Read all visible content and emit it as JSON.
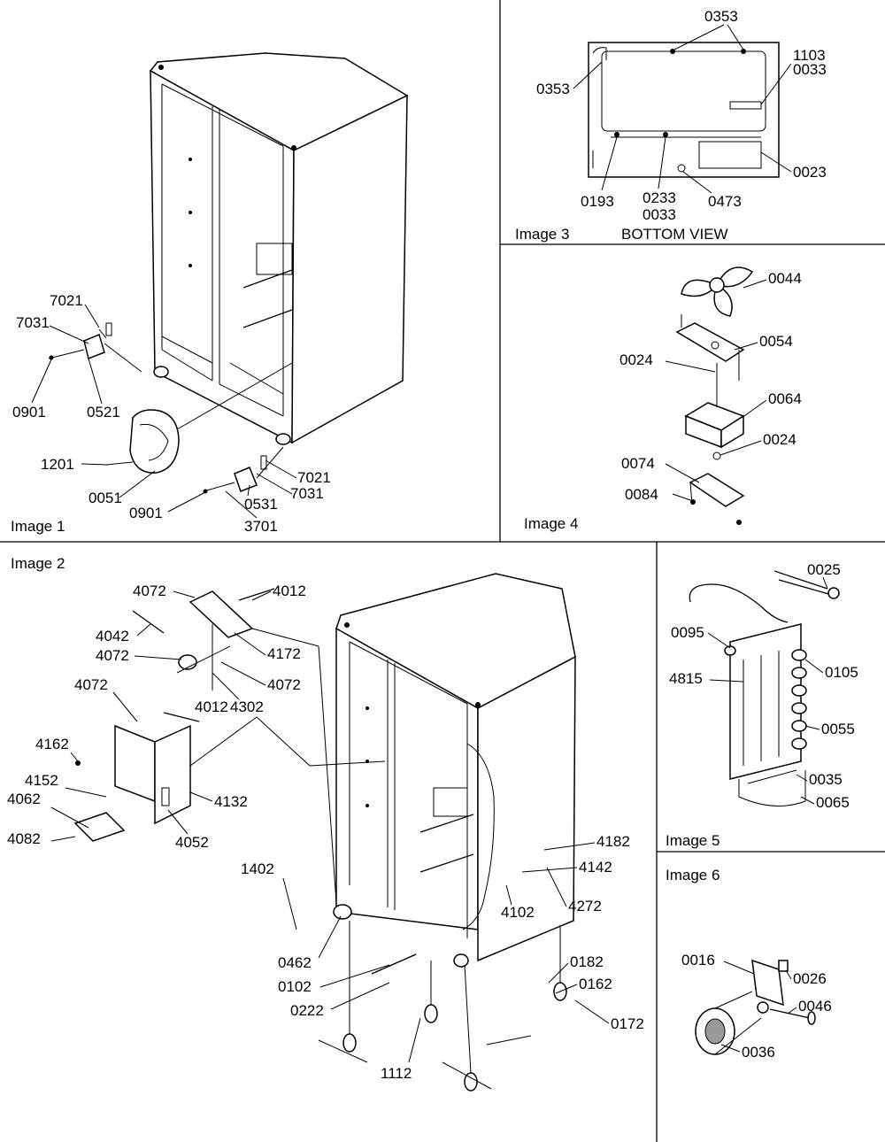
{
  "panels": {
    "image1": {
      "caption": "Image 1",
      "parts": [
        "7021",
        "7031",
        "0901",
        "0521",
        "1201",
        "0051",
        "0901",
        "0531",
        "3701",
        "7021",
        "7031"
      ]
    },
    "image2": {
      "caption": "Image 2",
      "parts": [
        "4072",
        "4012",
        "4042",
        "4072",
        "4172",
        "4072",
        "4302",
        "4072",
        "4012",
        "4162",
        "4152",
        "4062",
        "4082",
        "4132",
        "4052",
        "1402",
        "0462",
        "0102",
        "0222",
        "1112",
        "4182",
        "4142",
        "4272",
        "4102",
        "0182",
        "0162",
        "0172"
      ]
    },
    "image3": {
      "caption": "Image 3",
      "view_label": "BOTTOM VIEW",
      "parts": [
        "0353",
        "0353",
        "1103",
        "0033",
        "0023",
        "0193",
        "0233",
        "0033",
        "0473"
      ]
    },
    "image4": {
      "caption": "Image 4",
      "parts": [
        "0044",
        "0054",
        "0024",
        "0064",
        "0024",
        "0074",
        "0084"
      ]
    },
    "image5": {
      "caption": "Image 5",
      "parts": [
        "0025",
        "0095",
        "0105",
        "4815",
        "0055",
        "0035",
        "0065"
      ]
    },
    "image6": {
      "caption": "Image 6",
      "parts": [
        "0016",
        "0026",
        "0046",
        "0036"
      ]
    }
  }
}
